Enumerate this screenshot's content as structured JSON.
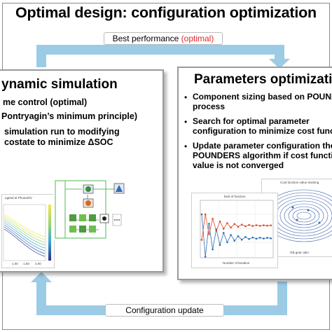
{
  "title": "Optimal design: configuration optimization",
  "top_label": {
    "text": "Best performance ",
    "highlight": "(optimal)"
  },
  "bottom_label": {
    "text": "Configuration update"
  },
  "left_panel": {
    "title": "ynamic simulation",
    "lines": [
      "me control (optimal)",
      "Pontryagin’s minimum principle)",
      "simulation run to modifying",
      "costate to minimize ΔSOC"
    ],
    "plot_caption": "ugeed at PhotoShV",
    "plot_ticks": [
      "1.00",
      "1.50",
      "2.00"
    ]
  },
  "right_panel": {
    "title": "Parameters optimizatio",
    "bullets": [
      [
        "Component sizing based on POUNDE",
        "process"
      ],
      [
        "Search for optimal parameter",
        "configuration to minimize cost func"
      ],
      [
        "Update parameter configuration the",
        "POUNDERS algorithm if cost functi",
        "value is not converged"
      ]
    ],
    "bullet_symbol": "•",
    "convergence_plot": {
      "title": "best of function",
      "xlabel": "Number of iteration"
    },
    "contour_plot": {
      "title": "Cost function value tracking",
      "xlabel": "GB gear ratio"
    }
  },
  "colors": {
    "loop": "#9ccbe6",
    "optimal": "#e0282d",
    "panel_border": "#9a9a9a",
    "scatter_blue": "#2f6db5",
    "scatter_red": "#e04a2a"
  }
}
